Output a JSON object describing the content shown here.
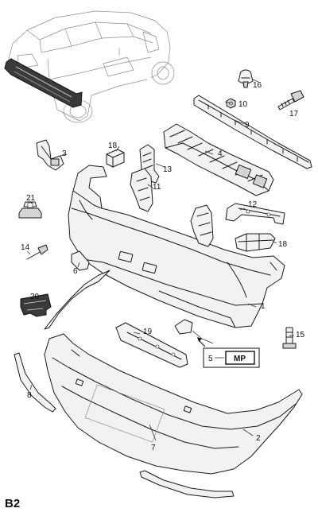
{
  "sheet_label": "B2",
  "callouts": {
    "c1": "1",
    "c2": "2",
    "c3": "3",
    "c4": "4",
    "c5": "5",
    "c6": "6",
    "c7": "7",
    "c8": "8",
    "c9": "9",
    "c10": "10",
    "c11": "11",
    "c12": "12",
    "c13": "13",
    "c14": "14",
    "c15": "15",
    "c16": "16",
    "c17": "17",
    "c18a": "18",
    "c18b": "18",
    "c19": "19",
    "c20": "20",
    "c21": "21"
  },
  "mp_box": {
    "number": "5",
    "label": "MP"
  }
}
